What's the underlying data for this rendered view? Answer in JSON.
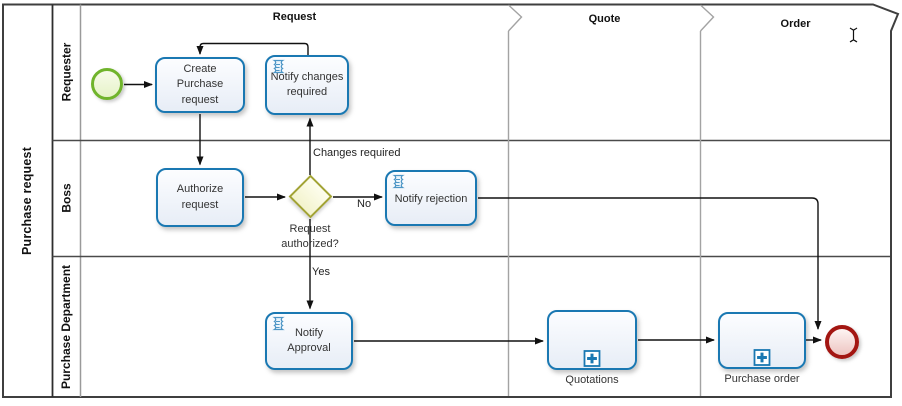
{
  "pool": {
    "title": "Purchase request"
  },
  "lanes": [
    {
      "label": "Requester"
    },
    {
      "label": "Boss"
    },
    {
      "label": "Purchase Department"
    }
  ],
  "phases": [
    {
      "label": "Request"
    },
    {
      "label": "Quote"
    },
    {
      "label": "Order"
    }
  ],
  "nodes": {
    "start_event": {
      "type": "start-event"
    },
    "create_purchase_request": {
      "label": "Create Purchase request",
      "type": "task"
    },
    "notify_changes_required": {
      "label": "Notify changes required",
      "type": "script-task"
    },
    "authorize_request": {
      "label": "Authorize request",
      "type": "task"
    },
    "request_authorized_gateway": {
      "label": "Request authorized?",
      "type": "exclusive-gateway"
    },
    "notify_rejection": {
      "label": "Notify rejection",
      "type": "script-task"
    },
    "notify_approval": {
      "label": "Notify Approval",
      "type": "script-task"
    },
    "quotations": {
      "label": "Quotations",
      "type": "collapsed-subprocess"
    },
    "purchase_order": {
      "label": "Purchase order",
      "type": "collapsed-subprocess"
    },
    "end_event": {
      "type": "end-event"
    }
  },
  "flow_labels": {
    "changes_required": "Changes required",
    "no": "No",
    "yes": "Yes"
  },
  "colors": {
    "task_border": "#1a78b2",
    "task_fill_top": "#fcfdff",
    "task_fill_bottom": "#e7edf6",
    "gateway_border": "#a2a333",
    "gateway_fill_top": "#fdfdee",
    "gateway_fill_bottom": "#f3f3cd",
    "start_border": "#70b42c",
    "start_fill_top": "#f7fbea",
    "start_fill_bottom": "#e6f3c8",
    "end_border": "#a31612",
    "end_fill_top": "#fdf4f3",
    "end_fill_bottom": "#eec5c1",
    "flow": "#111111",
    "lane_line": "#4a4a4a",
    "phase_line": "#a3a3a3",
    "icon_blue": "#4e96c6",
    "text": "#333333"
  }
}
